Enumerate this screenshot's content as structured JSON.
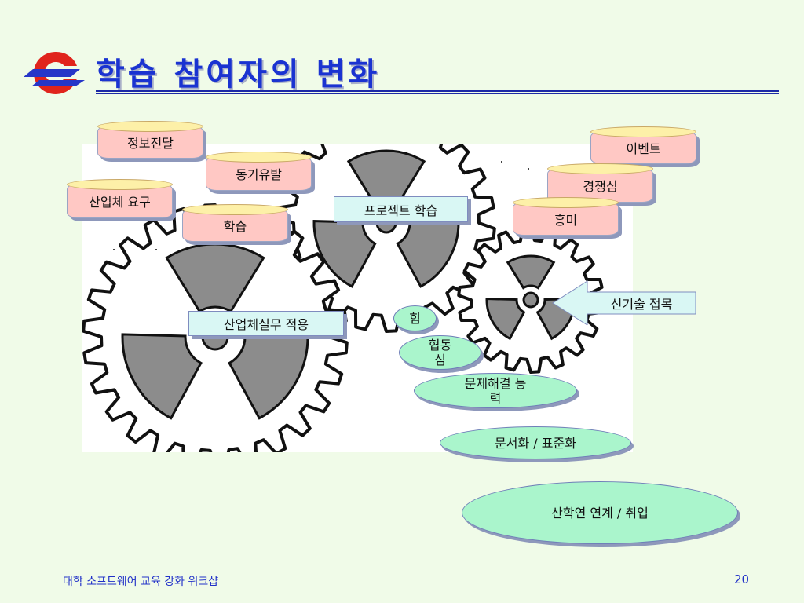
{
  "slide": {
    "title": "학습 참여자의 변화",
    "footer_text": "대학 소프트웨어 교육 강화 워크샵",
    "page_number": "20"
  },
  "cylinders": {
    "info": "정보전달",
    "motivation": "동기유발",
    "industry_demand": "산업체 요구",
    "learning": "학습",
    "event": "이벤트",
    "competition": "경쟁심",
    "interest": "흥미"
  },
  "boxes": {
    "project_learning": "프로젝트 학습",
    "industry_practice": "산업체실무 적용",
    "new_tech": "신기술 접목"
  },
  "ellipses": {
    "power": "힘",
    "cooperation_line1": "협동",
    "cooperation_line2": "심",
    "problem_solving_line1": "문제해결 능",
    "problem_solving_line2": "력",
    "documentation": "문서화 / 표준화",
    "employment": "산학연 연계 / 취업"
  },
  "colors": {
    "title": "#1a33d1",
    "cylinder_body": "#ffc8c4",
    "cylinder_top": "#fdf0a8",
    "box_fill": "#d9f7f4",
    "ellipse_fill": "#aaf5cc",
    "background": "#f0fbe8"
  }
}
